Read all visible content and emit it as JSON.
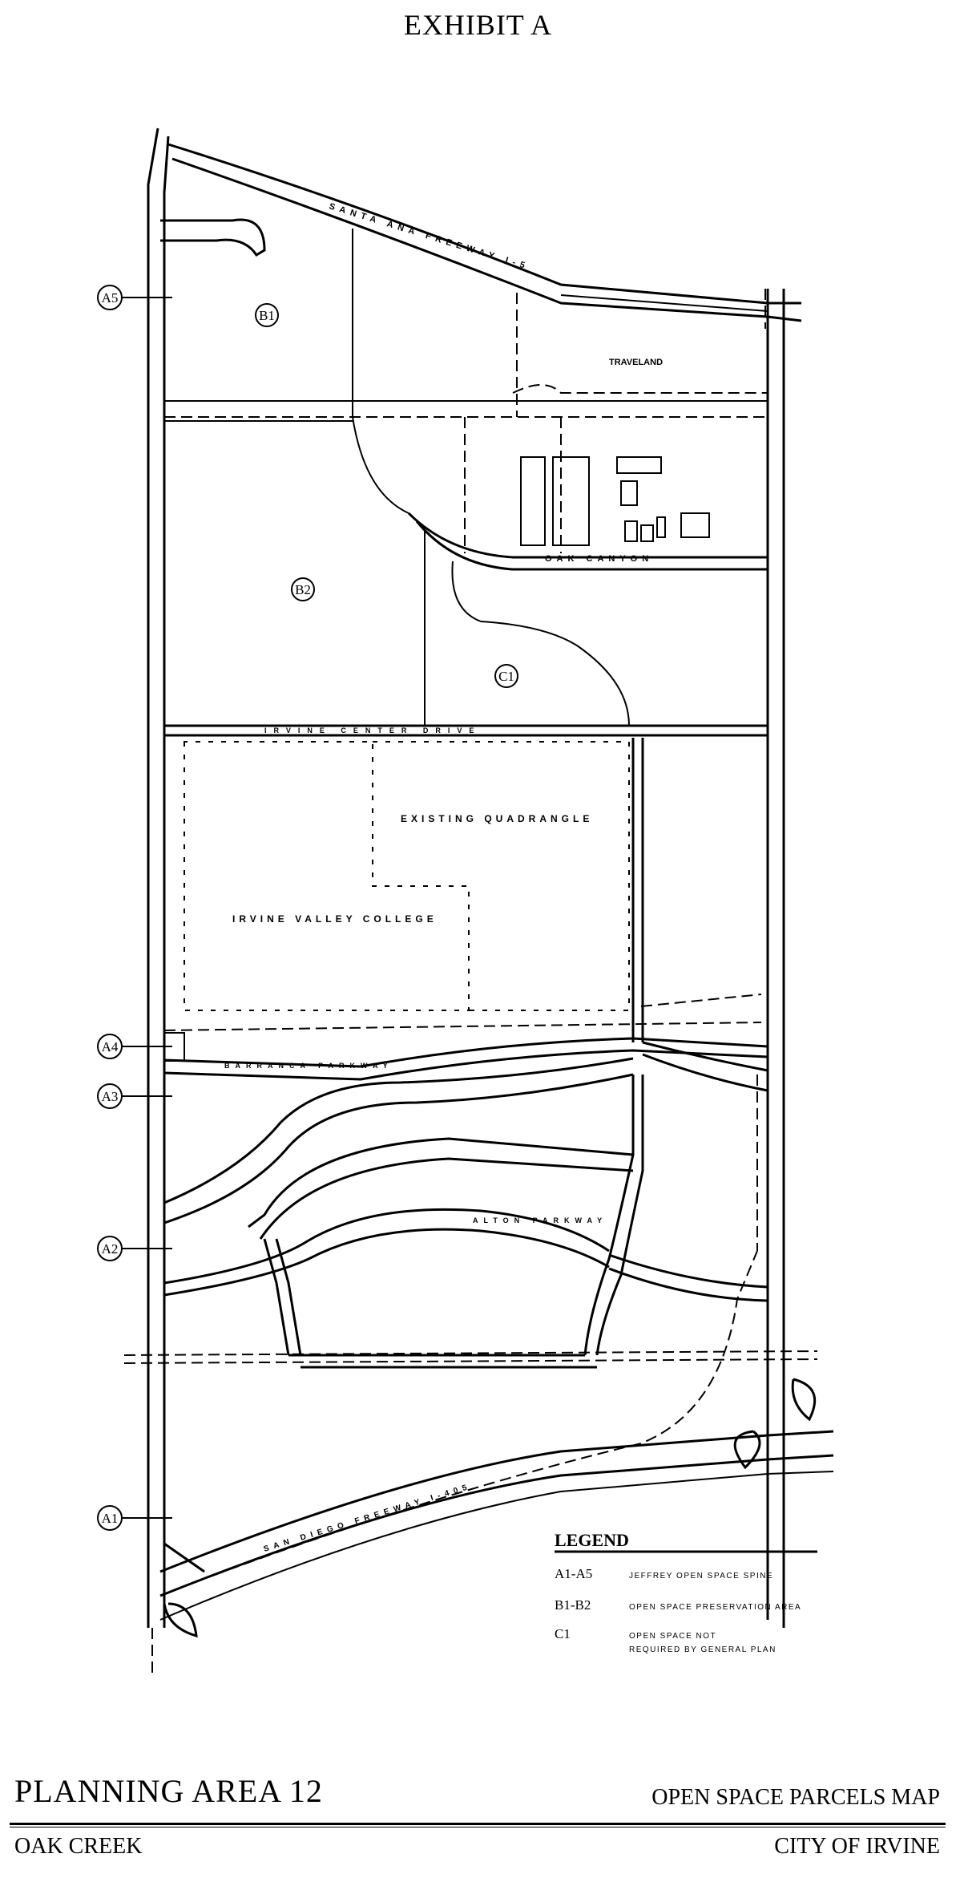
{
  "header": {
    "title": "EXHIBIT A"
  },
  "map": {
    "roads": {
      "santa_ana_freeway": "SANTA ANA FREEWAY I-5",
      "oak_canyon": "OAK CANYON",
      "irvine_center_drive": "IRVINE CENTER DRIVE",
      "barranca_parkway": "BARRANCA PARKWAY",
      "alton_parkway": "ALTON PARKWAY",
      "san_diego_freeway": "SAN DIEGO FREEWAY I-405"
    },
    "areas": {
      "travelland": "TRAVELAND",
      "existing_quadrangle": "EXISTING QUADRANGLE",
      "irvine_valley_college": "IRVINE VALLEY COLLEGE"
    },
    "parcels": [
      "B1",
      "B2",
      "C1"
    ],
    "callouts": [
      "A5",
      "A4",
      "A3",
      "A2",
      "A1"
    ]
  },
  "legend": {
    "title": "LEGEND",
    "items": [
      {
        "code": "A1-A5",
        "desc": "JEFFREY OPEN SPACE SPINE"
      },
      {
        "code": "B1-B2",
        "desc": "OPEN SPACE PRESERVATION AREA"
      },
      {
        "code": "C1",
        "desc": "OPEN SPACE NOT",
        "desc2": "REQUIRED BY GENERAL PLAN"
      }
    ]
  },
  "footer": {
    "title": "PLANNING AREA 12",
    "subtitle": "OAK CREEK",
    "map_name": "OPEN SPACE PARCELS MAP",
    "city": "CITY OF IRVINE"
  }
}
